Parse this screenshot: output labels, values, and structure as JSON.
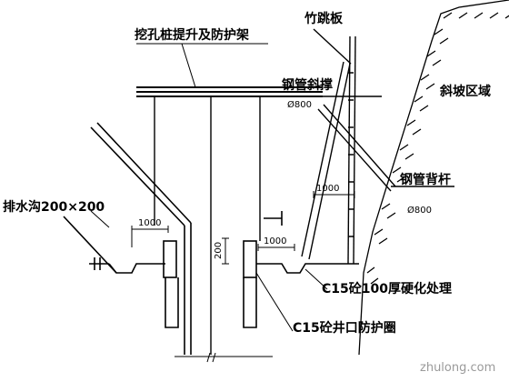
{
  "labels": {
    "frame": "挖孔桩提升及防护架",
    "bamboo_board": "竹跳板",
    "slope_area": "斜坡区域",
    "steel_pipe_brace": "钢管斜撑",
    "brace_dim": "Ø800",
    "steel_pipe_back": "钢管背杆",
    "back_dim": "Ø800",
    "drain": "排水沟200×200",
    "hardening": "C15砼100厚硬化处理",
    "well_ring": "C15砼井口防护圈"
  },
  "dimensions": {
    "left_top": "1000",
    "right_top": "1000",
    "slope_dim": "1000",
    "ring_height": "200"
  },
  "watermark": "zhulong.com",
  "colors": {
    "line": "#000000",
    "background": "#ffffff",
    "watermark": "#9a9a9a"
  }
}
